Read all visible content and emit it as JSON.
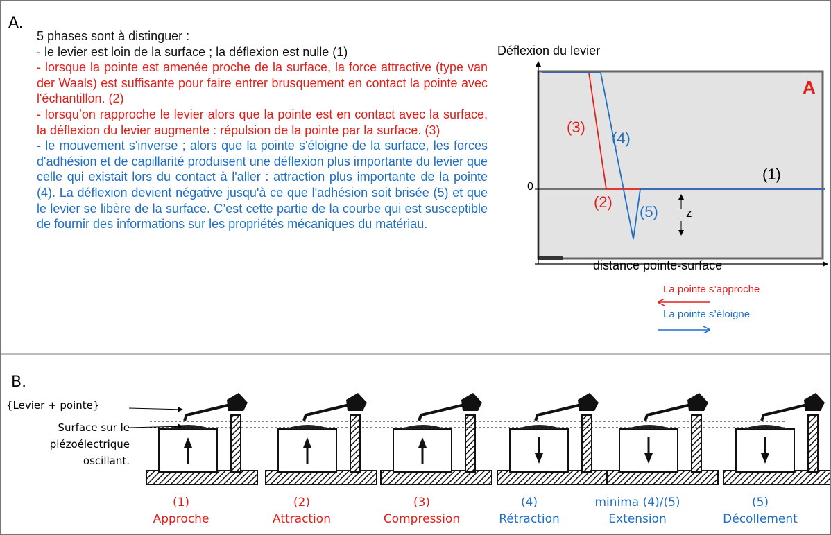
{
  "section_a": {
    "label": "A.",
    "intro": "5 phases sont à distinguer :",
    "phases": [
      {
        "text": "- le levier est loin de la surface ; la déflexion est nulle (1)",
        "color": "black"
      },
      {
        "text": "- lorsque la pointe est amenée proche de la surface, la force attractive (type van der Waals) est suffisante pour faire entrer brusquement en contact la pointe avec l'échantillon. (2)",
        "color": "red"
      },
      {
        "text": "- lorsqu’on rapproche le levier alors que la pointe est en contact avec la surface, la déflexion du levier augmente : répulsion de la pointe par la surface. (3)",
        "color": "red"
      },
      {
        "text": "- le mouvement s'inverse ; alors que la pointe s'éloigne de la surface, les forces d'adhésion et de capillarité produisent une déflexion plus importante du levier que celle qui existait lors du contact à l'aller : attraction plus importante de la pointe (4). La déflexion devient négative jusqu'à ce que l'adhésion soit brisée (5) et que le levier se libère de la surface. C’est cette partie de la courbe qui est susceptible de fournir des informations sur les propriétés mécaniques du matériau.",
        "color": "blue"
      }
    ]
  },
  "graph": {
    "y_axis_label": "Déflexion du levier",
    "x_axis_label": "distance pointe-surface",
    "zero_label": "0",
    "corner_label": "A",
    "z_label": "z",
    "curve_labels": {
      "1": "(1)",
      "2": "(2)",
      "3": "(3)",
      "4": "(4)",
      "5": "(5)"
    },
    "approach_color": "#e0201c",
    "retract_color": "#1f6fc4",
    "background_color": "#e3e3e3"
  },
  "legend": {
    "approach": "La pointe s’approche",
    "retract": "La pointe s’éloigne"
  },
  "section_b": {
    "label": "B.",
    "lever_label": "{Levier + pointe}",
    "surface_label": [
      "Surface sur le",
      "piézoélectrique",
      "oscillant."
    ],
    "steps": [
      {
        "num": "(1)",
        "name": "Approche",
        "color": "red",
        "arrow": "up"
      },
      {
        "num": "(2)",
        "name": "Attraction",
        "color": "red",
        "arrow": "up"
      },
      {
        "num": "(3)",
        "name": "Compression",
        "color": "red",
        "arrow": "up"
      },
      {
        "num": "(4)",
        "name": "Rétraction",
        "color": "blue",
        "arrow": "down"
      },
      {
        "num": "minima (4)/(5)",
        "name": "Extension",
        "color": "blue",
        "arrow": "down"
      },
      {
        "num": "(5)",
        "name": "Décollement",
        "color": "blue",
        "arrow": "down"
      }
    ]
  }
}
